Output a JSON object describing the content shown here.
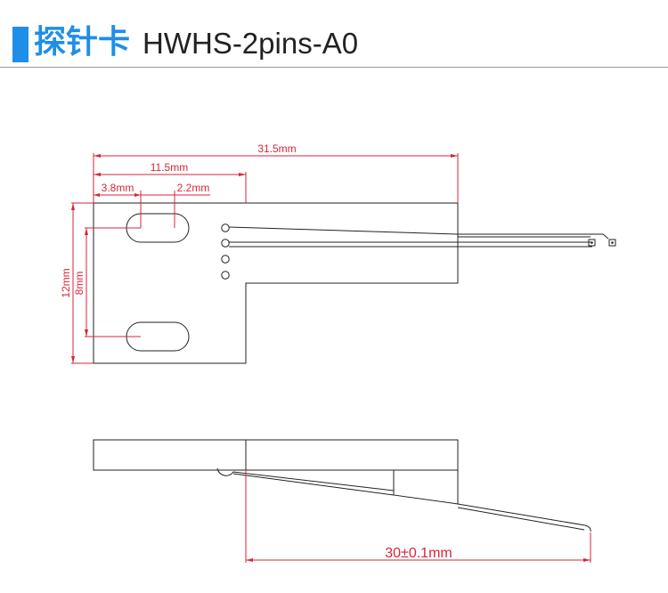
{
  "header": {
    "title_cn": "探针卡",
    "title_model": "HWHS-2pins-A0"
  },
  "colors": {
    "accent": "#1f8ee8",
    "dimension": "#d6263a",
    "outline": "#222222"
  },
  "dimensions": {
    "total_length": "31.5mm",
    "slot_span": "11.5mm",
    "slot_offset": "3.8mm",
    "slot_width": "2.2mm",
    "height": "12mm",
    "slot_pitch": "8mm",
    "probe_length": "30±0.1mm"
  }
}
